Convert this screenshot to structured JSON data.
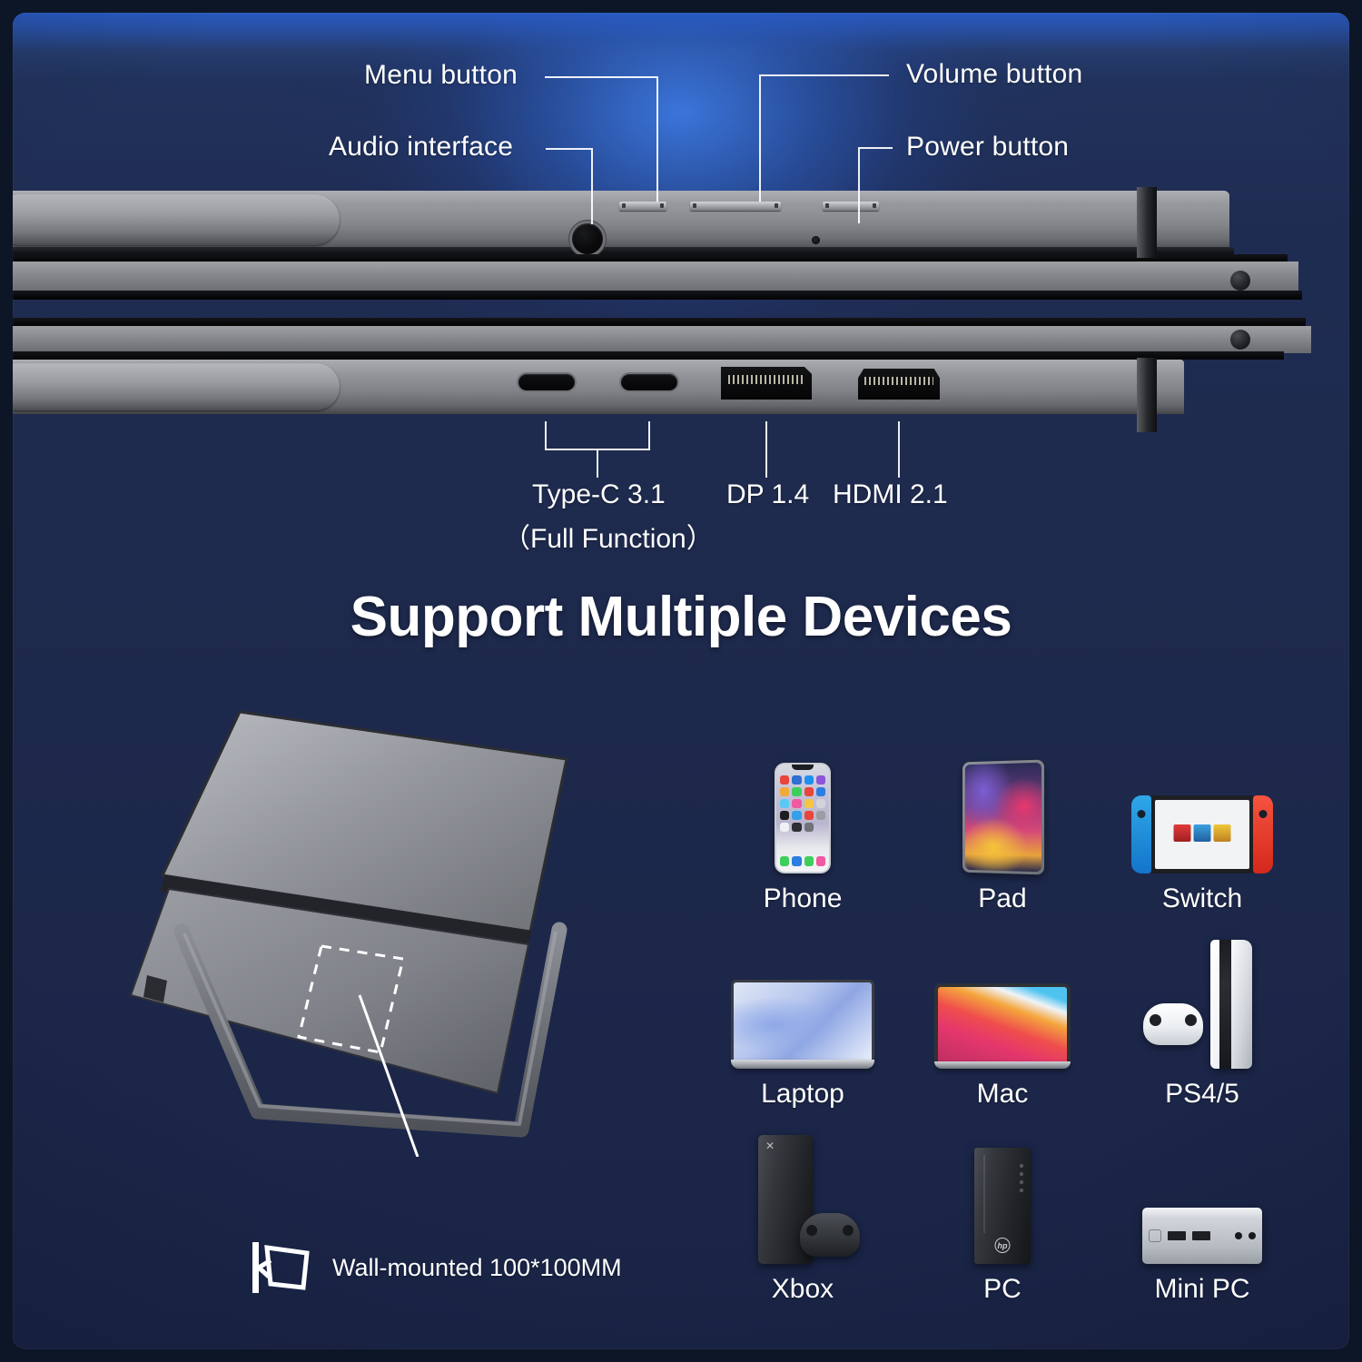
{
  "theme": {
    "bg_dark": "#1e2a4d",
    "bg_glow": "#2a5bc0",
    "text": "#ffffff",
    "metal_light": "#a8aaae",
    "metal_dark": "#3b3d42"
  },
  "callouts": {
    "menu_button": "Menu button",
    "audio_interface": "Audio interface",
    "volume_button": "Volume button",
    "power_button": "Power button"
  },
  "ports": {
    "typec_line1": "Type-C 3.1",
    "typec_line2": "（Full Function）",
    "dp": "DP 1.4",
    "hdmi": "HDMI 2.1"
  },
  "heading": "Support Multiple Devices",
  "wall_mount": {
    "label": "Wall-mounted 100*100MM",
    "icon": "wall-mount-icon"
  },
  "devices": [
    {
      "id": "phone",
      "label": "Phone",
      "icon": "smartphone-icon"
    },
    {
      "id": "pad",
      "label": "Pad",
      "icon": "tablet-icon"
    },
    {
      "id": "switch",
      "label": "Switch",
      "icon": "nintendo-switch-icon"
    },
    {
      "id": "laptop",
      "label": "Laptop",
      "icon": "laptop-icon"
    },
    {
      "id": "mac",
      "label": "Mac",
      "icon": "macbook-icon"
    },
    {
      "id": "ps45",
      "label": "PS4/5",
      "icon": "playstation-console-icon"
    },
    {
      "id": "xbox",
      "label": "Xbox",
      "icon": "xbox-console-icon"
    },
    {
      "id": "pc",
      "label": "PC",
      "icon": "desktop-tower-icon"
    },
    {
      "id": "minipc",
      "label": "Mini PC",
      "icon": "mini-pc-icon"
    }
  ],
  "product": {
    "stand_view": "monitor-rear-kickstand-illustration",
    "vesa_pattern": "100*100MM"
  }
}
